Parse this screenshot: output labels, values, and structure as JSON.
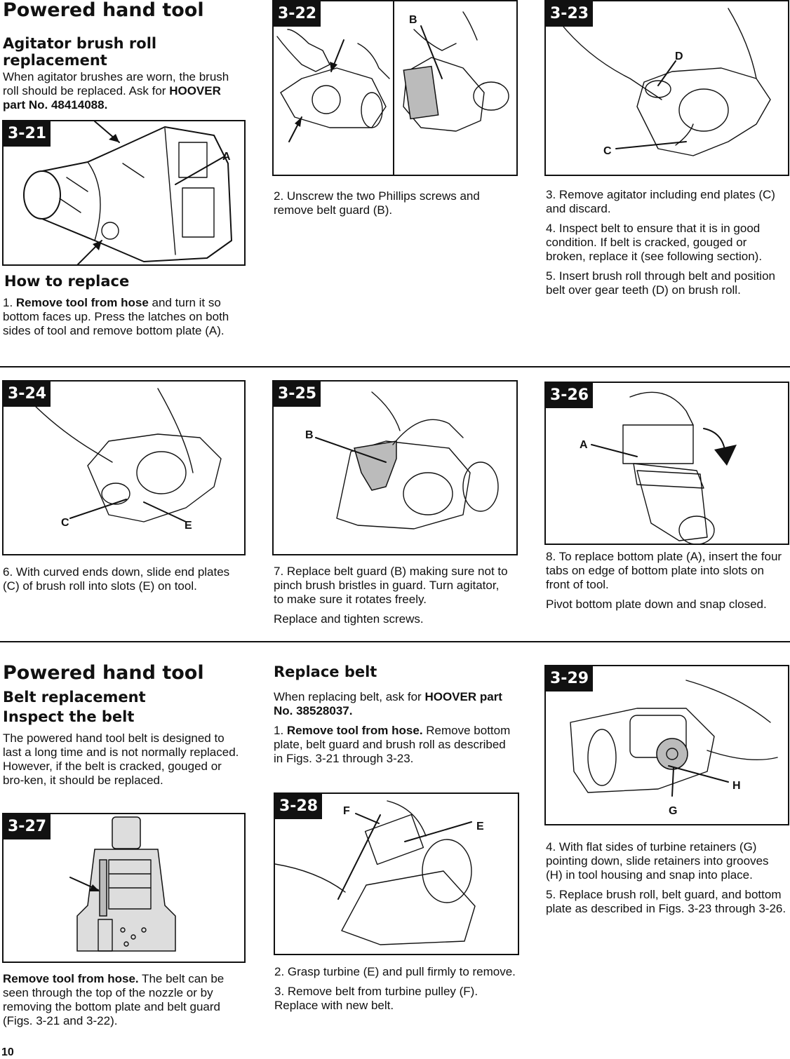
{
  "section1": {
    "title": "Powered hand tool",
    "subtitle": "Agitator brush roll replacement",
    "intro_pre": "When agitator brushes are worn, the brush roll should be replaced. Ask for ",
    "intro_part": "HOOVER part No. 48414088.",
    "how_title": "How to replace",
    "step1_num": "1. ",
    "step1_bold": "Remove tool from hose",
    "step1_rest": " and turn it so bottom faces up. Press the latches on both sides of tool and remove bottom plate (A)."
  },
  "figures": {
    "f321": {
      "label": "3-21",
      "callouts": [
        "A"
      ]
    },
    "f322": {
      "label": "3-22",
      "callouts": [
        "B"
      ]
    },
    "f323": {
      "label": "3-23",
      "callouts": [
        "D",
        "C"
      ]
    },
    "f324": {
      "label": "3-24",
      "callouts": [
        "C",
        "E"
      ]
    },
    "f325": {
      "label": "3-25",
      "callouts": [
        "B"
      ]
    },
    "f326": {
      "label": "3-26",
      "callouts": [
        "A"
      ]
    },
    "f327": {
      "label": "3-27"
    },
    "f328": {
      "label": "3-28",
      "callouts": [
        "F",
        "E"
      ]
    },
    "f329": {
      "label": "3-29",
      "callouts": [
        "H",
        "G"
      ]
    }
  },
  "steps": {
    "s2": "2. Unscrew the two Phillips screws and remove belt guard (B).",
    "s3": "3. Remove agitator including end plates (C) and discard.",
    "s4": "4. Inspect belt to ensure that it is in good condition. If belt is cracked, gouged or broken, replace it (see following section).",
    "s5": "5. Insert brush roll through belt and position belt over gear teeth (D) on brush roll.",
    "s6": "6. With curved ends down, slide end plates (C) of brush roll into slots (E) on tool.",
    "s7": "7. Replace belt guard (B) making sure not to pinch brush bristles in guard. Turn agitator, to make sure it rotates freely.",
    "s7b": "Replace and tighten screws.",
    "s8": "8. To replace bottom plate (A), insert the four tabs on edge of bottom plate into slots on front of tool.",
    "s8b": "Pivot bottom plate down and snap closed."
  },
  "section2": {
    "title": "Powered hand tool",
    "subtitle1": "Belt replacement",
    "subtitle2": "Inspect the belt",
    "intro": "The powered hand tool belt is designed to last a long time and is not normally replaced. However, if the belt is cracked, gouged or bro-ken, it should be replaced.",
    "remove_bold": "Remove tool from hose.",
    "remove_rest": " The belt can be seen through the top of the nozzle or by removing the bottom plate and belt guard (Figs. 3-21 and 3-22)."
  },
  "replace_belt": {
    "title": "Replace belt",
    "intro_pre": "When replacing belt, ask for ",
    "intro_part": "HOOVER part No. 38528037.",
    "step1_num": "1. ",
    "step1_bold": "Remove tool from hose.",
    "step1_rest": " Remove bottom plate, belt guard and brush roll as described in Figs. 3-21 through 3-23.",
    "s2": "2. Grasp turbine (E) and pull firmly to remove.",
    "s3": "3. Remove belt from turbine pulley (F). Replace with new belt.",
    "s4": "4. With flat sides of turbine retainers (G) pointing down, slide retainers into grooves (H) in tool housing and snap into place.",
    "s5": "5. Replace brush roll, belt guard, and bottom plate as described in Figs. 3-23 through 3-26."
  },
  "page_number": "10"
}
